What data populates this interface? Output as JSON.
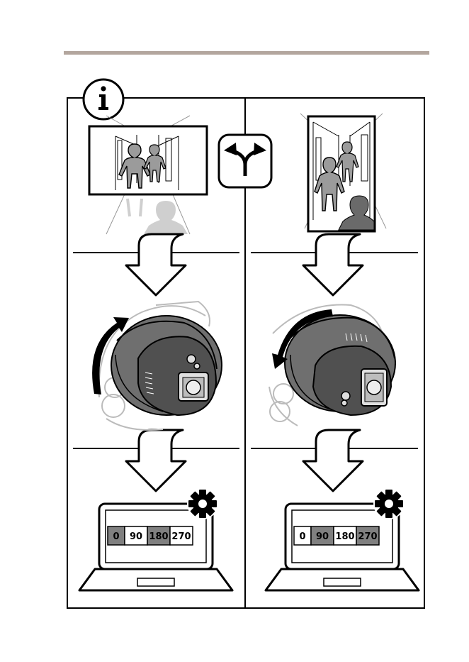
{
  "colors": {
    "accent_rule": "#b3a69e",
    "line": "#000000",
    "gray_figure": "#9b9b9b",
    "light_gray": "#cfcfcf",
    "dome_dark": "#505050",
    "dome_mid": "#6f6f6f",
    "cell_highlight": "#808080"
  },
  "icons": {
    "info": "info-icon",
    "choice": "split-arrow-icon",
    "flow": "down-arrow-icon",
    "settings": "gear-icon",
    "computer": "laptop-icon"
  },
  "panels": {
    "left": {
      "orientation": "landscape",
      "rotation_options": [
        "0",
        "90",
        "180",
        "270"
      ],
      "selected": [
        "0",
        "180"
      ]
    },
    "right": {
      "orientation": "portrait",
      "rotation_options": [
        "0",
        "90",
        "180",
        "270"
      ],
      "selected": [
        "90",
        "270"
      ]
    }
  }
}
